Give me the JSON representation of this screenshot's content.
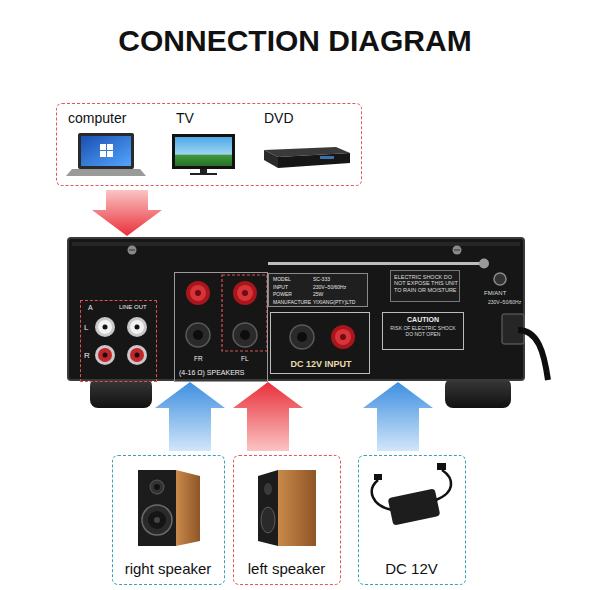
{
  "diagram": {
    "title": "CONNECTION DIAGRAM",
    "nodes": [
      {
        "text": [
          "computer",
          "TV",
          "DVD"
        ]
      },
      {
        "text": [
          "FM/ANT",
          "230V~50/60Hz"
        ]
      },
      {
        "text": [
          "A",
          "LINE OUT",
          "L",
          "R"
        ],
        "in": 1
      },
      {
        "text": [
          "FR",
          "FL",
          "(4-16 Ω) SPEAKERS"
        ],
        "in": 1
      },
      {
        "text": [
          "MODEL",
          "SC-333",
          "INPUT",
          "230V~50/60Hz",
          "POWER",
          "25W",
          "MANUFACTURE",
          "YIXIANG(PTY)LTD"
        ],
        "in": 1
      },
      {
        "text": [
          "DC 12V INPUT"
        ],
        "in": 1
      },
      {
        "text": [
          "ELECTRIC SHOCK DO NOT EXPOSE THIS UNIT TO RAIN OR MOISTURE"
        ],
        "in": 1
      },
      {
        "text": [
          "CAUTION",
          "RISK OF ELECTRIC SHOCK DO NOT OPEN"
        ],
        "in": 1
      },
      {
        "text": [
          "right speaker"
        ]
      },
      {
        "text": [
          "left speaker"
        ]
      },
      {
        "text": [
          "DC 12V"
        ]
      }
    ],
    "edges": [
      {
        "from": 0,
        "to": 1,
        "arrow": "to"
      },
      {
        "from": 8,
        "to": 1,
        "arrow": "to"
      },
      {
        "from": 9,
        "to": 1,
        "arrow": "to"
      },
      {
        "from": 10,
        "to": 1,
        "arrow": "to"
      }
    ]
  }
}
